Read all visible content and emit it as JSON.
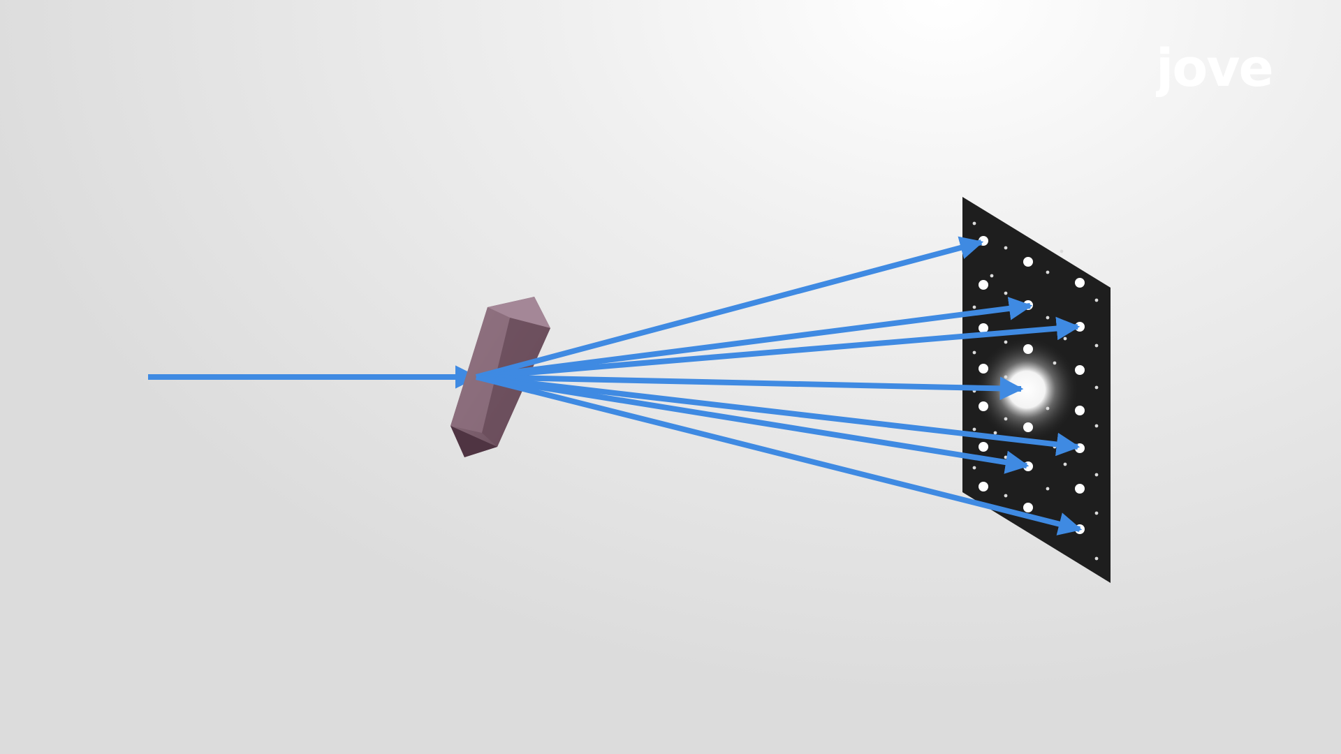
{
  "logo": {
    "text": "jove",
    "accent_color": "#4a90e2"
  },
  "colors": {
    "background": "#e6e6e6",
    "beam": "#3f8ae2",
    "crystal": "#7d5d6c",
    "detector": "#1e1e1e",
    "spot": "#ffffff"
  },
  "icons": {
    "crystal": "crystal-sample",
    "detector": "diffraction-detector-plate"
  }
}
